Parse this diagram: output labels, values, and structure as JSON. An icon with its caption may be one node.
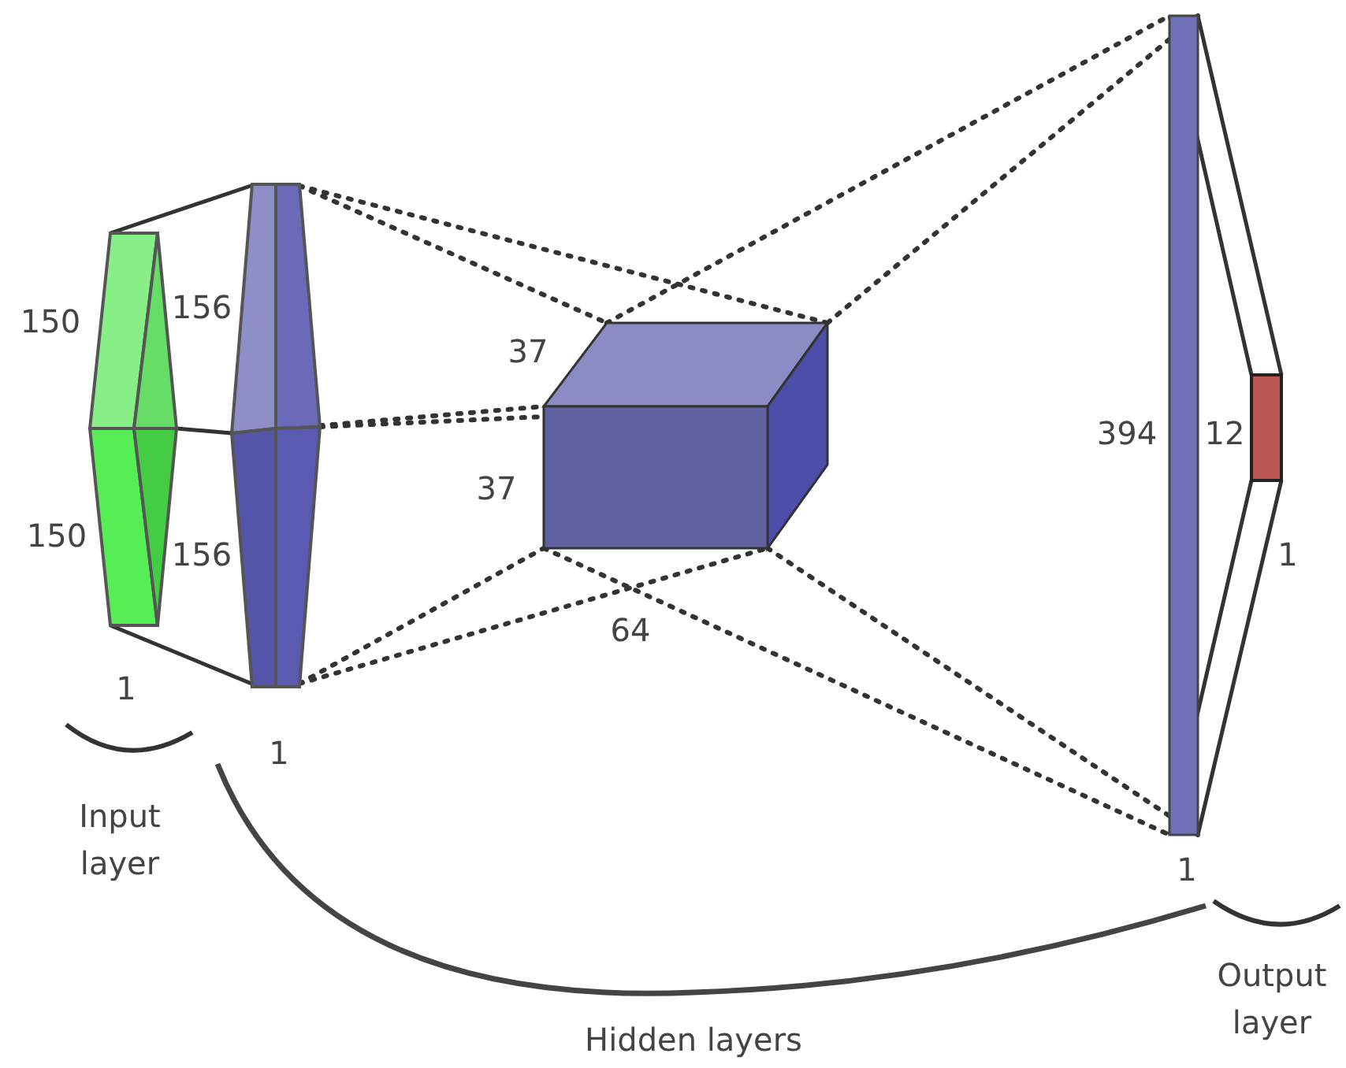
{
  "diagram": {
    "labels": [
      "150",
      "156",
      "37",
      "394",
      "12",
      "150",
      "37",
      "156",
      "1",
      "64",
      "1",
      "1",
      "Input layer",
      "1",
      "Output layer",
      "Hidden layers"
    ]
  }
}
